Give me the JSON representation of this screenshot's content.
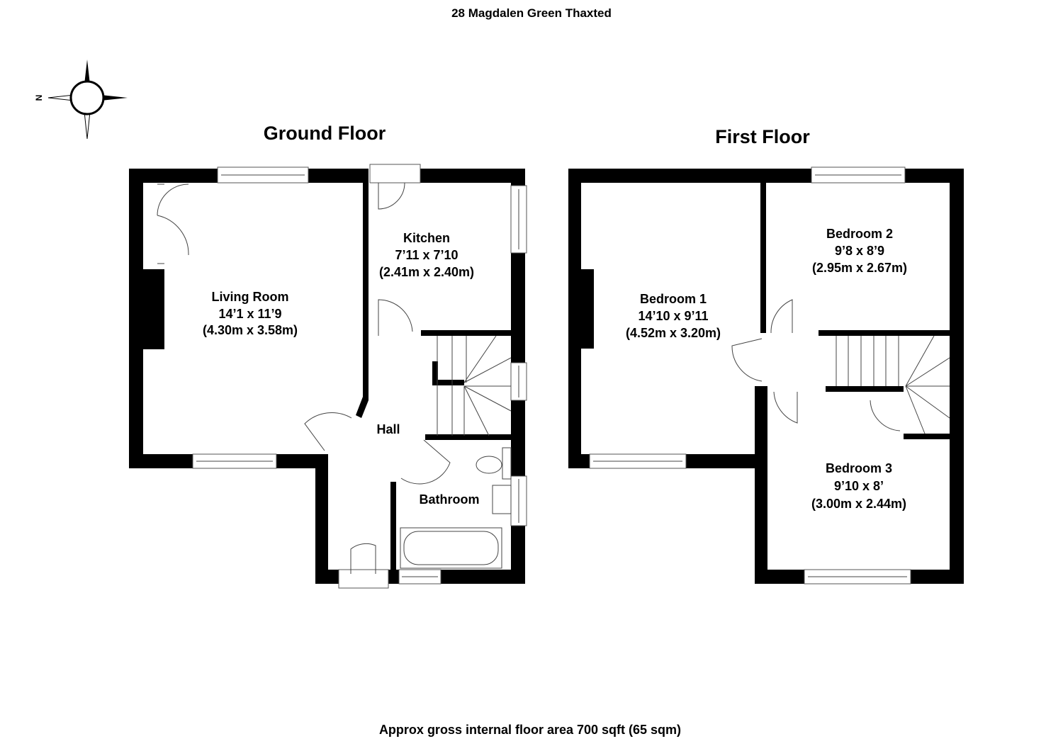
{
  "title": "28 Magdalen Green Thaxted",
  "compass": {
    "label": "N"
  },
  "ground_floor": {
    "heading": "Ground Floor",
    "rooms": [
      {
        "name": "Living Room",
        "imperial": "14’1 x 11’9",
        "metric": "(4.30m x 3.58m)"
      },
      {
        "name": "Kitchen",
        "imperial": "7’11 x 7’10",
        "metric": "(2.41m x 2.40m)"
      },
      {
        "name": "Hall"
      },
      {
        "name": "Bathroom"
      }
    ]
  },
  "first_floor": {
    "heading": "First Floor",
    "rooms": [
      {
        "name": "Bedroom 1",
        "imperial": "14’10 x 9’11",
        "metric": "(4.52m x 3.20m)"
      },
      {
        "name": "Bedroom 2",
        "imperial": "9’8 x 8’9",
        "metric": "(2.95m x 2.67m)"
      },
      {
        "name": "Bedroom 3",
        "imperial": "9’10 x 8’",
        "metric": "(3.00m x 2.44m)"
      }
    ]
  },
  "footer": "Approx gross internal floor area 700 sqft (65 sqm)"
}
